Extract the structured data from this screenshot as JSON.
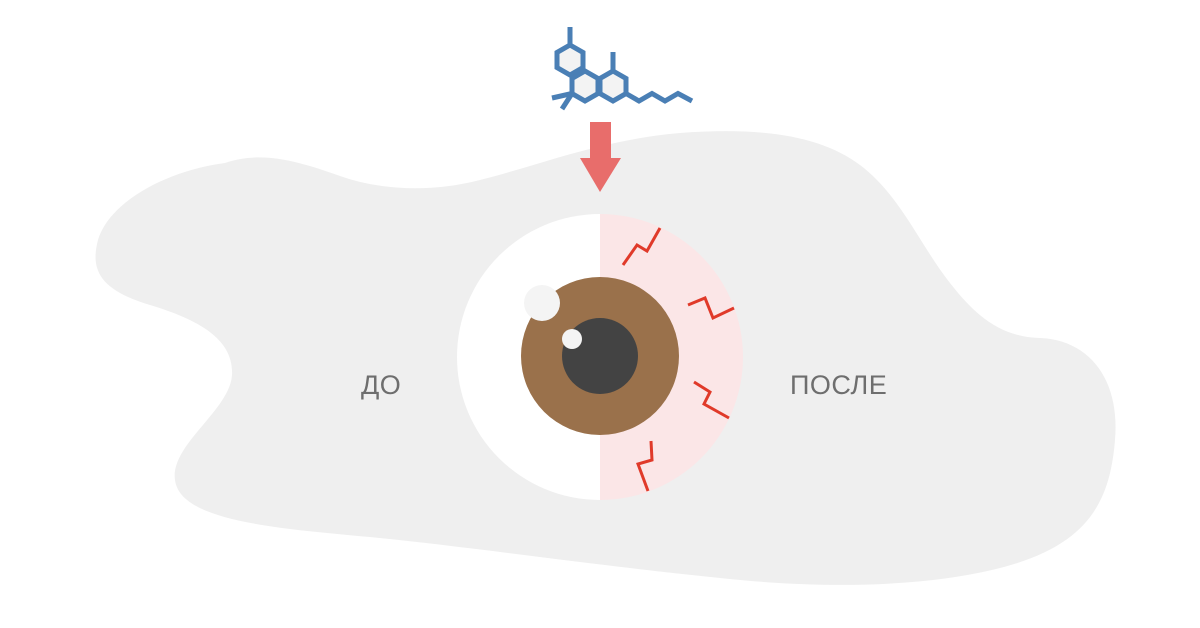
{
  "labels": {
    "before": "ДО",
    "after": "ПОСЛЕ"
  },
  "icons": {
    "molecule": "thc-molecule-icon",
    "arrow": "arrow-down-icon",
    "eye_normal": "normal-eye-half",
    "eye_red": "bloodshot-eye-half"
  },
  "colors": {
    "background": "#ffffff",
    "blob": "#efefef",
    "molecule_stroke": "#4a7fb5",
    "molecule_fill": "#f3f3f3",
    "arrow": "#e86d6b",
    "sclera_normal": "#ffffff",
    "sclera_red": "#fbe6e7",
    "iris": "#9a714b",
    "pupil": "#434343",
    "highlight": "#f4f4f4",
    "vein": "#e03a2a",
    "label_text": "#6e6e6e"
  }
}
